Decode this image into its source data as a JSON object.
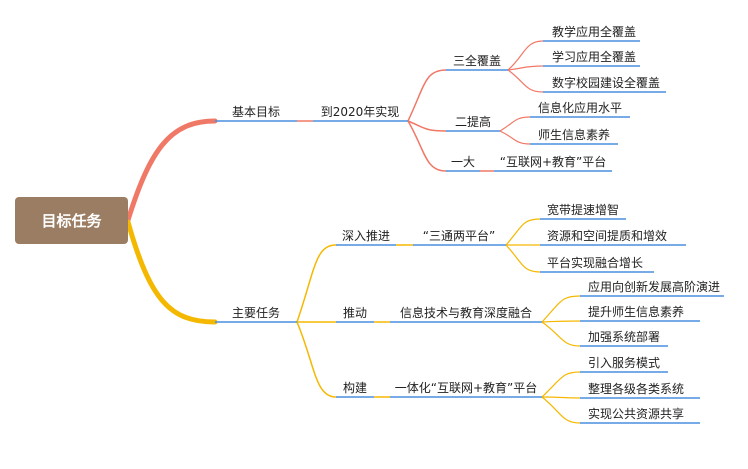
{
  "colors": {
    "root_fill": "#9b7d63",
    "branch_top": "#f07866",
    "branch_bottom": "#f5b800",
    "underline": "#4a8fe0"
  },
  "root": {
    "label": "目标任务"
  },
  "goals": {
    "label": "基本目标",
    "year": "到2020年实现",
    "full_coverage": {
      "label": "三全覆盖",
      "items": [
        "教学应用全覆盖",
        "学习应用全覆盖",
        "数字校园建设全覆盖"
      ]
    },
    "two_improve": {
      "label": "二提高",
      "items": [
        "信息化应用水平",
        "师生信息素养"
      ]
    },
    "one_big": {
      "label": "一大",
      "item": "“互联网+教育”平台"
    }
  },
  "tasks": {
    "label": "主要任务",
    "deepen": {
      "label": "深入推进",
      "platform": "“三通两平台”",
      "items": [
        "宽带提速增智",
        "资源和空间提质和增效",
        "平台实现融合增长"
      ]
    },
    "promote": {
      "label": "推动",
      "topic": "信息技术与教育深度融合",
      "items": [
        "应用向创新发展高阶演进",
        "提升师生信息素养",
        "加强系统部署"
      ]
    },
    "build": {
      "label": "构建",
      "topic": "一体化“互联网+教育”平台",
      "items": [
        "引入服务模式",
        "整理各级各类系统",
        "实现公共资源共享"
      ]
    }
  }
}
